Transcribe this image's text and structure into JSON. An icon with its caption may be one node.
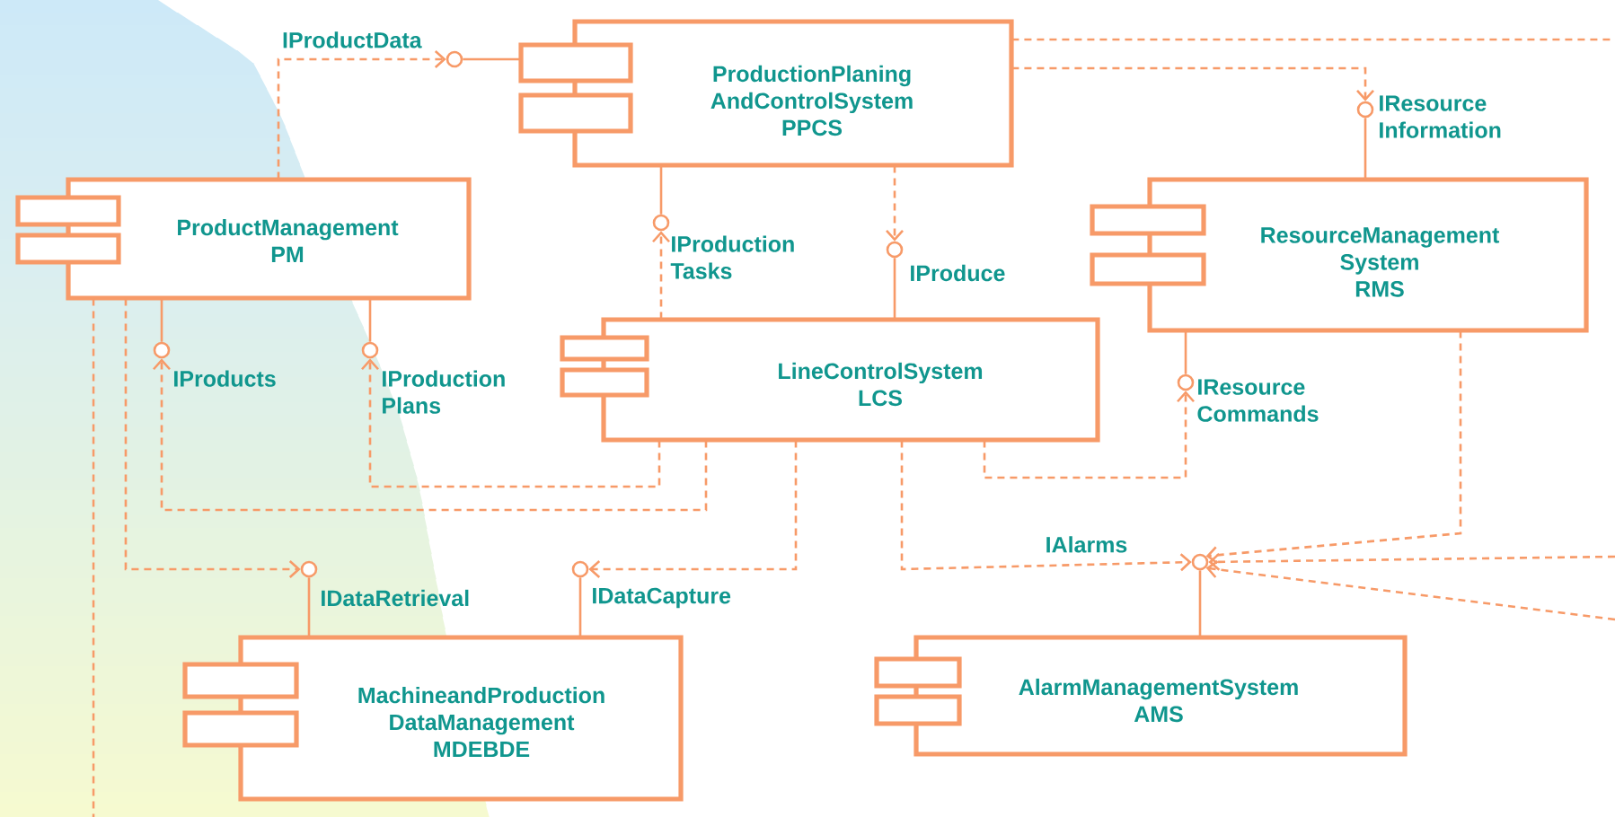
{
  "diagram": {
    "nodes": [
      {
        "text": [
          "ProductionPlaning AndControlSystem",
          "PPCS"
        ]
      },
      {
        "text": [
          "ProductManagement",
          "PM"
        ]
      },
      {
        "text": [
          "ResourceManagement System",
          "RMS"
        ]
      },
      {
        "text": [
          "LineControlSystem",
          "LCS"
        ]
      },
      {
        "text": [
          "MachineandProduction DataManagement",
          "MDEBDE"
        ]
      },
      {
        "text": [
          "AlarmManagementSystem",
          "AMS"
        ]
      },
      {
        "text": [],
        "shape": "circle",
        "beside": [
          "IProductData"
        ]
      },
      {
        "text": [],
        "shape": "circle",
        "beside": [
          "IResource Information"
        ]
      },
      {
        "text": [],
        "shape": "circle",
        "beside": [
          "IProduction Tasks"
        ]
      },
      {
        "text": [],
        "shape": "circle",
        "beside": [
          "IProduce"
        ]
      },
      {
        "text": [],
        "shape": "circle",
        "beside": [
          "IProducts"
        ]
      },
      {
        "text": [],
        "shape": "circle",
        "beside": [
          "IProduction Plans"
        ]
      },
      {
        "text": [],
        "shape": "circle",
        "beside": [
          "IResource Commands"
        ]
      },
      {
        "text": [],
        "shape": "circle",
        "beside": [
          "IDataRetrieval"
        ]
      },
      {
        "text": [],
        "shape": "circle",
        "beside": [
          "IDataCapture"
        ]
      },
      {
        "text": [],
        "shape": "circle",
        "beside": [
          "IAlarms"
        ]
      }
    ],
    "edges": [
      {
        "from": 0,
        "to": 6,
        "arrow": "none"
      },
      {
        "from": 1,
        "to": 6,
        "arrow": "to",
        "style": "dashed"
      },
      {
        "from": 2,
        "to": 7,
        "arrow": "none"
      },
      {
        "from": 0,
        "to": 7,
        "arrow": "to",
        "style": "dashed"
      },
      {
        "from": 0,
        "to": 8,
        "arrow": "none"
      },
      {
        "from": 3,
        "to": 8,
        "arrow": "to",
        "style": "dashed"
      },
      {
        "from": 3,
        "to": 9,
        "arrow": "none"
      },
      {
        "from": 0,
        "to": 9,
        "arrow": "to",
        "style": "dashed"
      },
      {
        "from": 1,
        "to": 10,
        "arrow": "none"
      },
      {
        "from": 3,
        "to": 10,
        "arrow": "to",
        "style": "dashed"
      },
      {
        "from": 1,
        "to": 11,
        "arrow": "none"
      },
      {
        "from": 3,
        "to": 11,
        "arrow": "to",
        "style": "dashed"
      },
      {
        "from": 2,
        "to": 12,
        "arrow": "none"
      },
      {
        "from": 3,
        "to": 12,
        "arrow": "to",
        "style": "dashed"
      },
      {
        "from": 4,
        "to": 13,
        "arrow": "none"
      },
      {
        "from": 1,
        "to": 13,
        "arrow": "to",
        "style": "dashed"
      },
      {
        "from": 4,
        "to": 14,
        "arrow": "none"
      },
      {
        "from": 3,
        "to": 14,
        "arrow": "to",
        "style": "dashed"
      },
      {
        "from": 5,
        "to": 15,
        "arrow": "none"
      },
      {
        "from": 3,
        "to": 15,
        "arrow": "to",
        "style": "dashed"
      },
      {
        "from": 2,
        "to": 15,
        "arrow": "to",
        "style": "dashed"
      },
      {
        "from": null,
        "to": 15,
        "arrow": "to",
        "style": "dashed"
      },
      {
        "from": null,
        "to": 15,
        "arrow": "to",
        "style": "dashed"
      },
      {
        "from": 0,
        "to": null,
        "arrow": "none",
        "style": "dashed"
      },
      {
        "from": 1,
        "to": null,
        "arrow": "none",
        "style": "dashed"
      }
    ]
  }
}
